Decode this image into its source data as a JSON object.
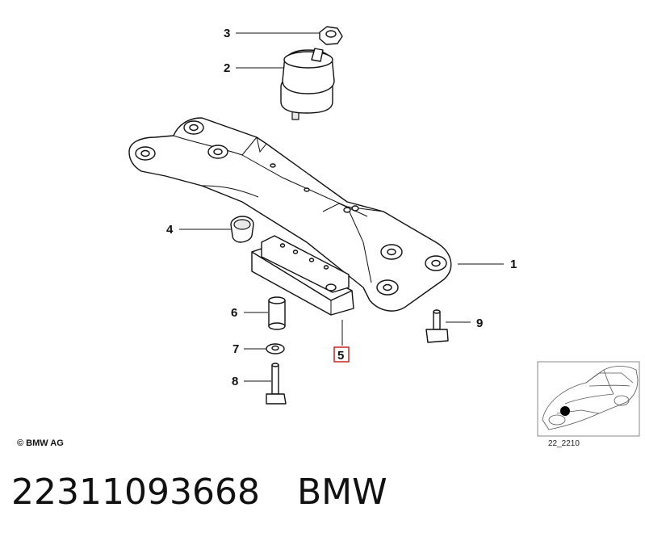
{
  "callouts": {
    "c1": "1",
    "c2": "2",
    "c3": "3",
    "c4": "4",
    "c5": "5",
    "c6": "6",
    "c7": "7",
    "c8": "8",
    "c9": "9"
  },
  "copyright": "© BMW AG",
  "reference_code": "22_2210",
  "footer": {
    "part_number": "22311093668",
    "brand": "BMW"
  },
  "colors": {
    "highlight_box": "#cc2222",
    "ink": "#111111"
  }
}
